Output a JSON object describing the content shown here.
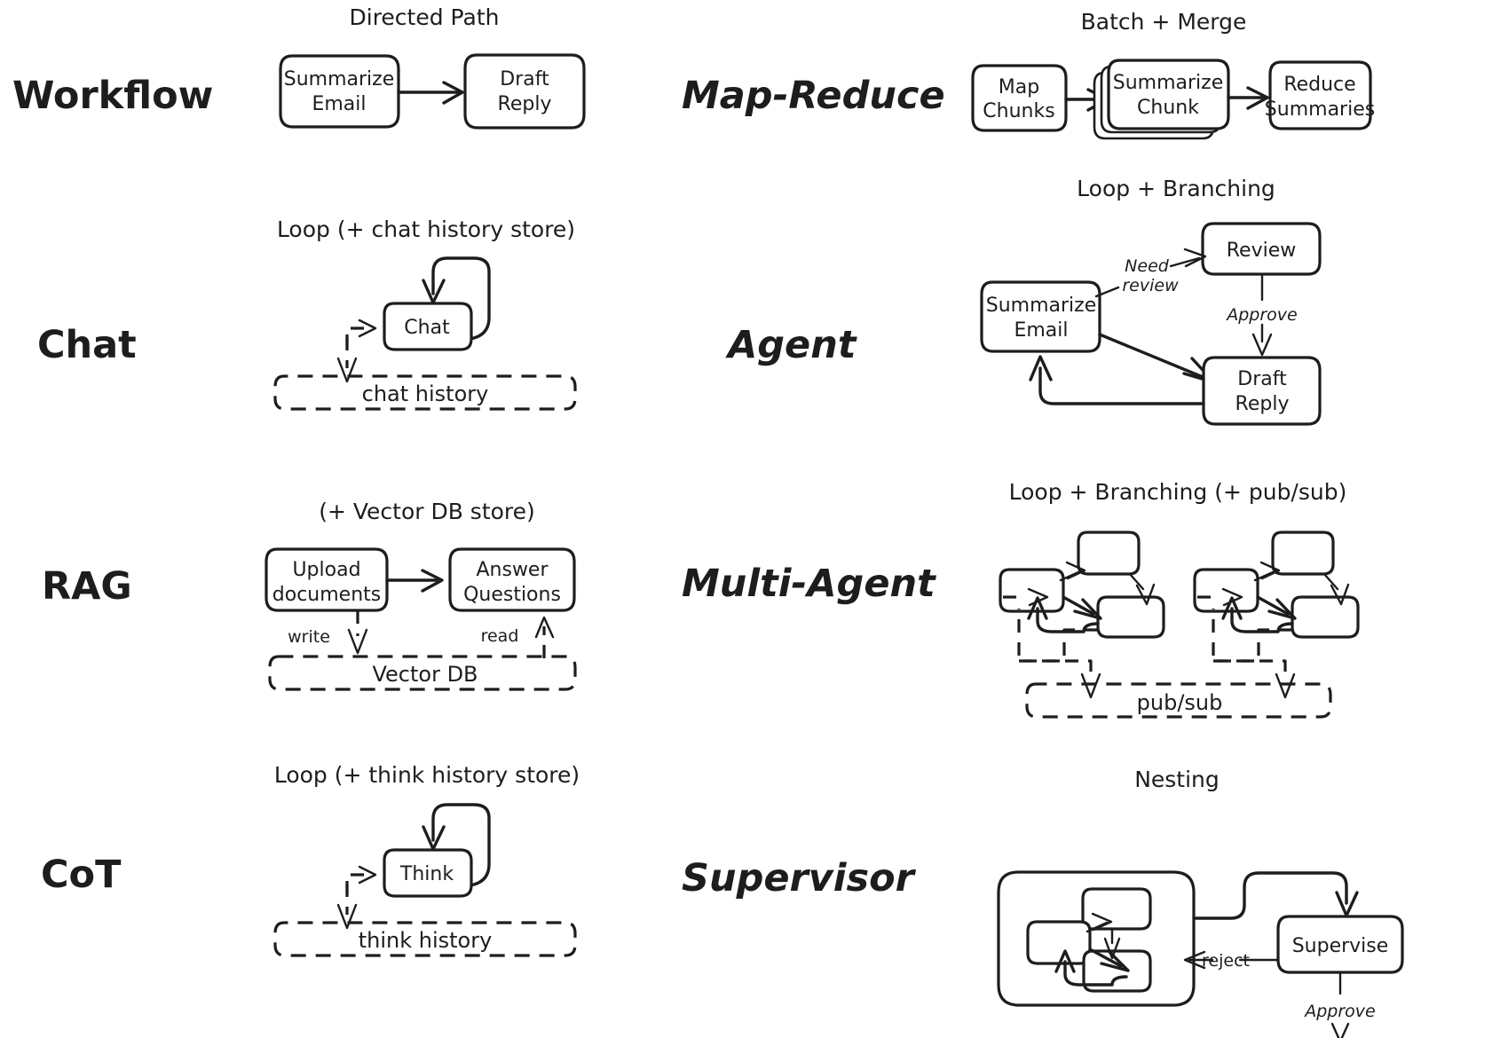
{
  "diagram": {
    "title_hidden": "",
    "background": "#ffffff",
    "ink": "#1d1d1d",
    "rows": [
      {
        "id": "workflow",
        "label": "Workflow",
        "caption": "Directed Path",
        "nodes": [
          "Summarize Email",
          "Draft Reply"
        ],
        "edges": [
          {
            "from": "Summarize Email",
            "to": "Draft Reply",
            "label": ""
          }
        ],
        "stores": []
      },
      {
        "id": "map-reduce",
        "label": "Map-Reduce",
        "caption": "Batch + Merge",
        "nodes": [
          "Map Chunks",
          "Summarize Chunk",
          "Reduce Summaries"
        ],
        "edges": [
          {
            "from": "Map Chunks",
            "to": "Summarize Chunk",
            "label": ""
          },
          {
            "from": "Summarize Chunk",
            "to": "Reduce Summaries",
            "label": ""
          }
        ],
        "stores": []
      },
      {
        "id": "chat",
        "label": "Chat",
        "caption": "Loop (+ chat history store)",
        "nodes": [
          "Chat"
        ],
        "edges": [
          {
            "from": "Chat",
            "to": "Chat",
            "label": ""
          }
        ],
        "stores": [
          "chat history"
        ]
      },
      {
        "id": "agent",
        "label": "Agent",
        "caption": "Loop + Branching",
        "nodes": [
          "Summarize Email",
          "Review",
          "Draft Reply"
        ],
        "edges": [
          {
            "from": "Summarize Email",
            "to": "Review",
            "label": "Need review"
          },
          {
            "from": "Review",
            "to": "Draft Reply",
            "label": "Approve"
          },
          {
            "from": "Summarize Email",
            "to": "Draft Reply",
            "label": ""
          },
          {
            "from": "Draft Reply",
            "to": "Summarize Email",
            "label": ""
          }
        ],
        "stores": []
      },
      {
        "id": "rag",
        "label": "RAG",
        "caption": "(+ Vector DB store)",
        "nodes": [
          "Upload documents",
          "Answer Questions"
        ],
        "edges": [
          {
            "from": "Upload documents",
            "to": "Answer Questions",
            "label": ""
          },
          {
            "from": "Upload documents",
            "to": "Vector DB",
            "label": "write"
          },
          {
            "from": "Vector DB",
            "to": "Answer Questions",
            "label": "read"
          }
        ],
        "stores": [
          "Vector DB"
        ]
      },
      {
        "id": "multi-agent",
        "label": "Multi-Agent",
        "caption": "Loop + Branching (+ pub/sub)",
        "nodes": [],
        "edges": [],
        "stores": [
          "pub/sub"
        ]
      },
      {
        "id": "cot",
        "label": "CoT",
        "caption": "Loop (+ think history store)",
        "nodes": [
          "Think"
        ],
        "edges": [
          {
            "from": "Think",
            "to": "Think",
            "label": ""
          }
        ],
        "stores": [
          "think history"
        ]
      },
      {
        "id": "supervisor",
        "label": "Supervisor",
        "caption": "Nesting",
        "nodes": [
          "Supervise"
        ],
        "edges": [
          {
            "from": "subgraph",
            "to": "Supervise",
            "label": ""
          },
          {
            "from": "Supervise",
            "to": "subgraph",
            "label": "reject"
          },
          {
            "from": "Supervise",
            "to": "",
            "label": "Approve"
          }
        ],
        "stores": []
      }
    ],
    "labels": {
      "workflow": "Workflow",
      "chat": "Chat",
      "rag": "RAG",
      "cot": "CoT",
      "map_reduce": "Map-Reduce",
      "agent": "Agent",
      "multi_agent": "Multi-Agent",
      "supervisor": "Supervisor"
    },
    "captions": {
      "directed_path": "Directed Path",
      "batch_merge": "Batch + Merge",
      "loop_chat": "Loop (+ chat history store)",
      "loop_branching": "Loop + Branching",
      "vector_db_store": "(+ Vector DB store)",
      "loop_branching_pubsub": "Loop + Branching (+ pub/sub)",
      "loop_think": "Loop (+ think history store)",
      "nesting": "Nesting"
    },
    "nodes": {
      "summarize_email_1": "Summarize",
      "summarize_email_2": "Email",
      "draft_reply_1": "Draft",
      "draft_reply_2": "Reply",
      "map_chunks_1": "Map",
      "map_chunks_2": "Chunks",
      "summarize_chunk_1": "Summarize",
      "summarize_chunk_2": "Chunk",
      "reduce_summaries_1": "Reduce",
      "reduce_summaries_2": "Summaries",
      "chat": "Chat",
      "review": "Review",
      "agent_summarize_1": "Summarize",
      "agent_summarize_2": "Email",
      "agent_draft_1": "Draft",
      "agent_draft_2": "Reply",
      "upload_1": "Upload",
      "upload_2": "documents",
      "answer_1": "Answer",
      "answer_2": "Questions",
      "think": "Think",
      "supervise": "Supervise"
    },
    "stores": {
      "chat_history": "chat history",
      "vector_db": "Vector DB",
      "pub_sub": "pub/sub",
      "think_history": "think history"
    },
    "edge_labels": {
      "need": "Need",
      "review": "review",
      "approve": "Approve",
      "write": "write",
      "read": "read",
      "reject": "reject",
      "approve_sup": "Approve"
    }
  }
}
